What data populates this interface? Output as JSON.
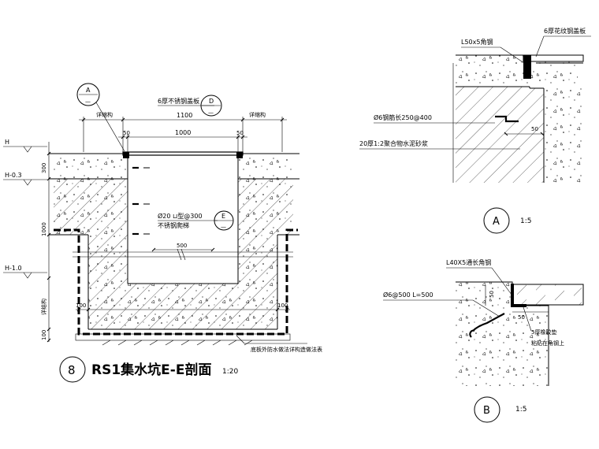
{
  "main_section": {
    "title": "RS1集水坑E-E剖面",
    "scale": "1:20",
    "detail_number": "8",
    "callout_a": "A",
    "callout_d": "D",
    "callout_e": "E",
    "callout_dash": "—",
    "label_cover": "6厚不锈钢盖板",
    "label_joint_left": "详缩构",
    "label_joint_right": "详缩构",
    "label_ladder_1": "Ø20 ⊔型@300",
    "label_ladder_2": "不锈钢爬梯",
    "label_bottom_note": "底板外防水做法详构造做法表",
    "dim_1100": "1100",
    "dim_1000": "1000",
    "dim_50_left": "50",
    "dim_50_right": "50",
    "dim_500": "500",
    "dim_100_left": "100",
    "dim_100_right": "100",
    "level_h": "H",
    "level_h03": "H-0.3",
    "level_h10": "H-1.0",
    "vdim_300": "300",
    "vdim_1000": "1000",
    "vdim_detail": "详结构",
    "vdim_100": "100"
  },
  "detail_a": {
    "label": "A",
    "scale": "1:5",
    "angle_label": "L50x5角钢",
    "plate_label": "6厚花纹钢盖板",
    "anchor_label": "Ø6钢筋长250@400",
    "mortar_label": "20厚1:2聚合物水泥砂浆",
    "dim_50": "50"
  },
  "detail_b": {
    "label": "B",
    "scale": "1:5",
    "angle_label": "L40X5通长角钢",
    "rebar_label": "Ø6@500  L=500",
    "pad_label_1": "5厚橡胶垫",
    "pad_label_2": "粘贴在角钢上",
    "dim_50_a": "50",
    "dim_50_b": "50"
  }
}
